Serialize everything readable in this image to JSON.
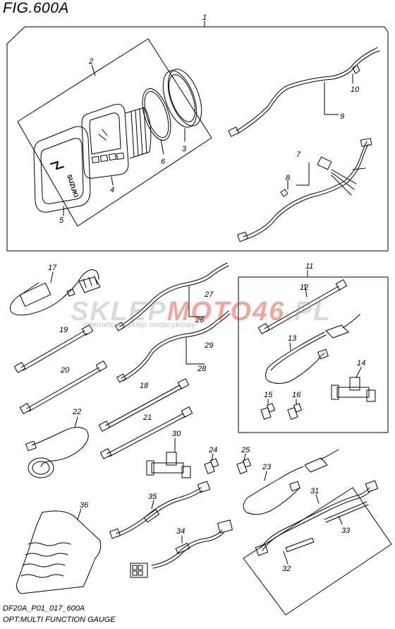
{
  "figure": {
    "title": "FIG.600A",
    "code": "DF20A_P01_017_600A",
    "description": "OPT:MULTI FUNCTION GAUGE"
  },
  "watermark": {
    "brand_prefix": "SKLEP",
    "brand_accent": "MOTO46",
    "brand_suffix": ".PL",
    "tagline": "internetowy sklep motocyklowy",
    "accent_color": "#dc3c28"
  },
  "gauge_logo_text": "SUZUKI",
  "callouts": [
    "1",
    "2",
    "3",
    "4",
    "5",
    "6",
    "7",
    "8",
    "9",
    "10",
    "11",
    "12",
    "13",
    "14",
    "15",
    "16",
    "17",
    "18",
    "19",
    "20",
    "21",
    "22",
    "23",
    "24",
    "25",
    "26",
    "27",
    "28",
    "29",
    "30",
    "31",
    "32",
    "33",
    "34",
    "35",
    "36"
  ]
}
